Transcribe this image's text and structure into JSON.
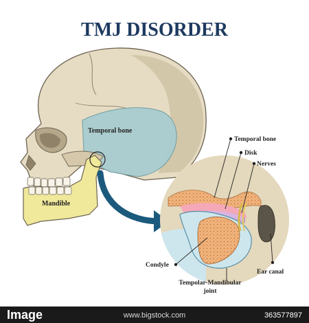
{
  "title": "TMJ DISORDER",
  "labels": {
    "temporal_bone_skull": "Temporal bone",
    "mandible": "Mandible",
    "temporal_bone_detail": "Temporal bone",
    "disk": "Disk",
    "nerves": "Nerves",
    "condyle": "Condyle",
    "ear_canal": "Ear canal",
    "joint_line1": "Tempolar-Mandibular",
    "joint_line2": "joint"
  },
  "watermark": {
    "brand": "Image",
    "id": "363577897",
    "url": "www.bigstock.com"
  },
  "colors": {
    "title": "#1e3a5f",
    "skull": "#e6dcc4",
    "skull_shadow": "#cbbd9e",
    "temporal_bone": "#a9cdd0",
    "mandible": "#f0e89a",
    "detail_bg": "#e4d8bd",
    "disk": "#d8b4e2",
    "cartilage": "#f4a8b8",
    "bone_orange": "#f0b47c",
    "joint_blue": "#cde6ee",
    "arrow": "#1b5a7d"
  }
}
